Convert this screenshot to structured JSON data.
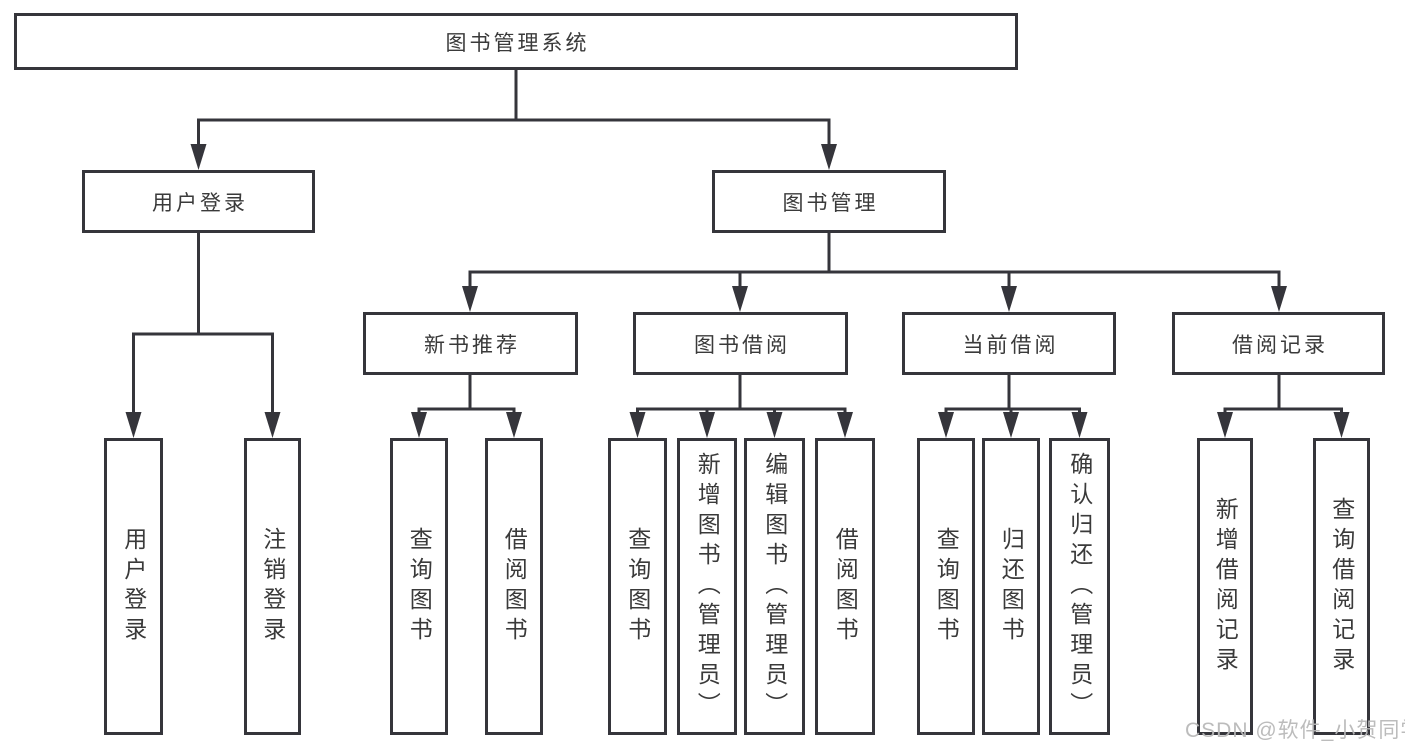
{
  "diagram": {
    "title": "图书管理系统",
    "watermark": "CSDN @软件_小贺同学",
    "colors": {
      "line": "#35353b",
      "text": "#3a3a3a",
      "background": "#ffffff",
      "watermark": "#b8b8b8"
    },
    "tree": {
      "root": {
        "label": "图书管理系统",
        "children": [
          {
            "label": "用户登录",
            "children": [
              {
                "label": "用户登录"
              },
              {
                "label": "注销登录"
              }
            ]
          },
          {
            "label": "图书管理",
            "children": [
              {
                "label": "新书推荐",
                "children": [
                  {
                    "label": "查询图书"
                  },
                  {
                    "label": "借阅图书"
                  }
                ]
              },
              {
                "label": "图书借阅",
                "children": [
                  {
                    "label": "查询图书"
                  },
                  {
                    "label": "新增图书（管理员）"
                  },
                  {
                    "label": "编辑图书（管理员）"
                  },
                  {
                    "label": "借阅图书"
                  }
                ]
              },
              {
                "label": "当前借阅",
                "children": [
                  {
                    "label": "查询图书"
                  },
                  {
                    "label": "归还图书"
                  },
                  {
                    "label": "确认归还（管理员）"
                  }
                ]
              },
              {
                "label": "借阅记录",
                "children": [
                  {
                    "label": "新增借阅记录"
                  },
                  {
                    "label": "查询借阅记录"
                  }
                ]
              }
            ]
          }
        ]
      }
    }
  }
}
